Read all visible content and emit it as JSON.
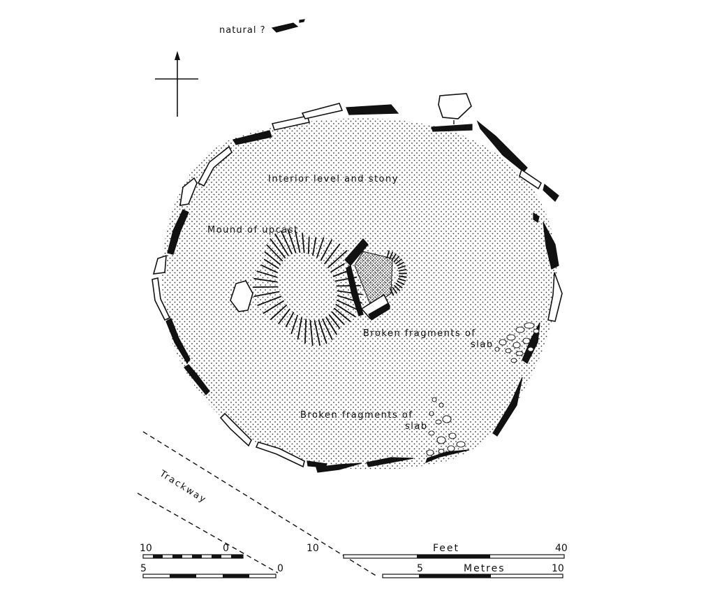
{
  "labels": {
    "natural": "natural ?",
    "interior": "Interior level and stony",
    "mound": "Mound of upcast",
    "broken_fragments_1_line1": "Broken fragments of",
    "broken_fragments_1_line2": "slab",
    "broken_fragments_2_line1": "Broken fragments of",
    "broken_fragments_2_line2": "slab",
    "trackway": "Trackway"
  },
  "scale_feet": {
    "label": "Feet",
    "left_start": "10",
    "left_end": "0",
    "right_start": "10",
    "right_end": "40"
  },
  "scale_metres": {
    "label": "Metres",
    "left_start": "5",
    "left_end": "0",
    "mid": "5",
    "right_end": "10"
  },
  "north_arrow": "north-arrow"
}
